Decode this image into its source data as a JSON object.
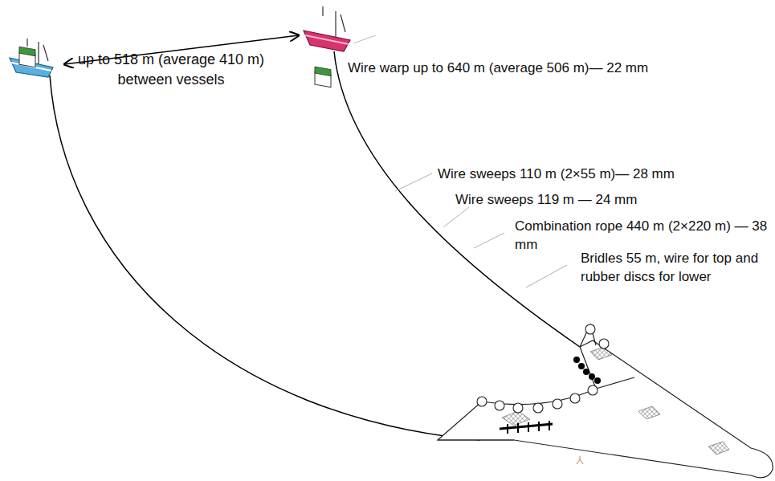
{
  "diagram": {
    "labels": [
      "up to 518 m (average 410 m) between vessels",
      "Wire warp up to 640 m (average 506 m)— 22 mm",
      "Wire sweeps 110 m (2×55 m)— 28 mm",
      "Wire sweeps 119 m — 24 mm",
      "Combination rope 440 m (2×220 m) — 38 mm",
      "Bridles 55 m, wire for top and rubber discs for lower"
    ]
  }
}
